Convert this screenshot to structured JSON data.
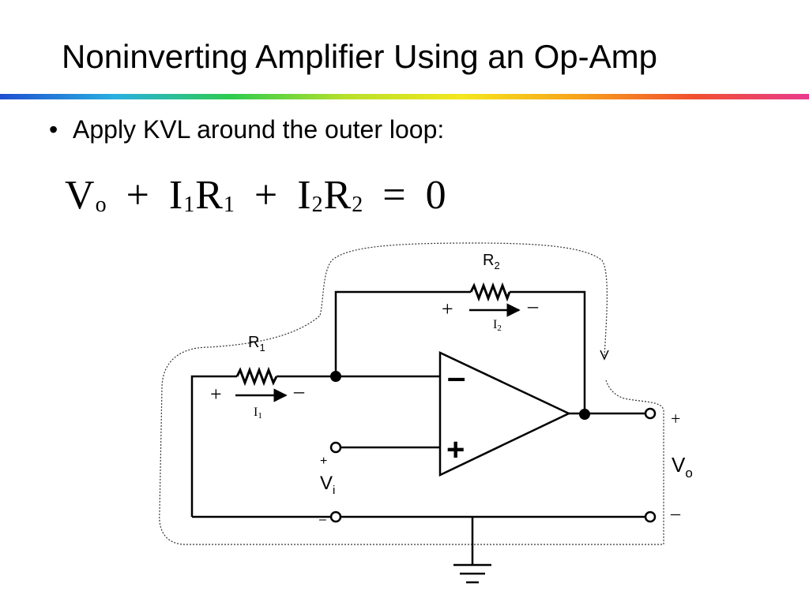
{
  "slide": {
    "title": "Noninverting Amplifier Using an Op-Amp",
    "bullet": "Apply KVL around the outer loop:"
  },
  "equation": {
    "t1": "V",
    "t1_sub": "o",
    "op1": "+",
    "t2a": "I",
    "t2a_sub": "1",
    "t2b": "R",
    "t2b_sub": "1",
    "op2": "+",
    "t3a": "I",
    "t3a_sub": "2",
    "t3b": "R",
    "t3b_sub": "2",
    "op3": "=",
    "rhs": "0"
  },
  "circuit": {
    "r1": {
      "main": "R",
      "sub": "1",
      "plus": "+",
      "minus": "–",
      "current": "I",
      "current_sub": "1"
    },
    "r2": {
      "main": "R",
      "sub": "2",
      "plus": "+",
      "minus": "–",
      "current": "I",
      "current_sub": "2"
    },
    "opamp": {
      "inv": "–",
      "noninv": "+"
    },
    "vi": {
      "plus": "+",
      "main": "V",
      "sub": "i",
      "minus": "–"
    },
    "vo": {
      "plus": "+",
      "main": "V",
      "sub": "o",
      "minus": "–"
    }
  }
}
